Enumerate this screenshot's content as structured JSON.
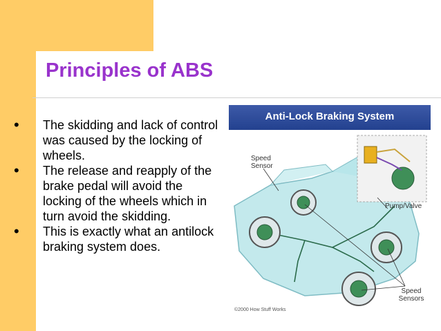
{
  "slide": {
    "title": "Principles of ABS",
    "bullets": [
      "The skidding and lack of control was caused by the locking of wheels.",
      "The release and reapply of the brake pedal will avoid the locking of the wheels which in turn avoid the skidding.",
      "This is exactly what an antilock braking system does."
    ],
    "bullet_glyph": "•"
  },
  "figure": {
    "banner": "Anti-Lock Braking System",
    "label_speed_sensor_1": "Speed Sensor",
    "label_pump_valve": "Pump/Valve",
    "label_speed_sensors_2": "Speed Sensors",
    "credit": "©2000 How Stuff Works"
  },
  "colors": {
    "accent": "#ffcc66",
    "title": "#9933cc",
    "banner": "#23418f"
  }
}
